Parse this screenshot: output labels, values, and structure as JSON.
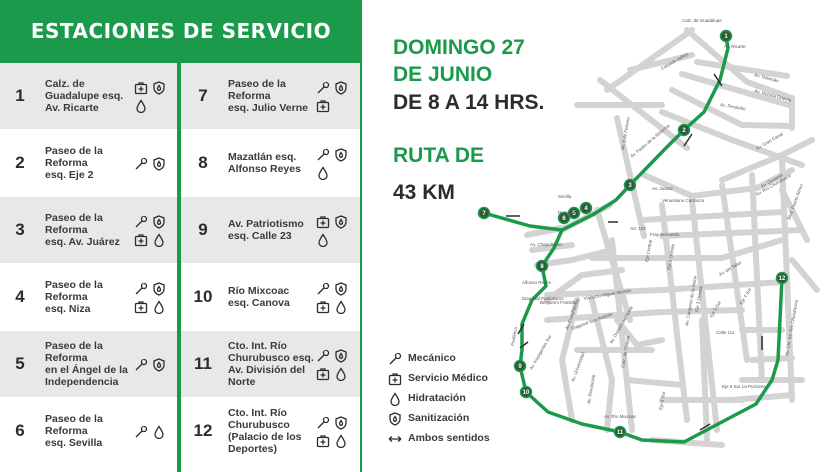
{
  "panel": {
    "title": "ESTACIONES DE SERVICIO",
    "stations": [
      {
        "num": "1",
        "lines": [
          "Calz. de",
          "Guadalupe esq.",
          "Av. Ricarte"
        ],
        "services": [
          "medico",
          "sanitizacion",
          "hidratacion"
        ]
      },
      {
        "num": "2",
        "lines": [
          "Paseo de la",
          "Reforma",
          "esq. Eje 2"
        ],
        "services": [
          "mecanico",
          "sanitizacion"
        ]
      },
      {
        "num": "3",
        "lines": [
          "Paseo de la",
          "Reforma",
          "esq. Av. Juárez"
        ],
        "services": [
          "mecanico",
          "sanitizacion",
          "medico",
          "hidratacion"
        ]
      },
      {
        "num": "4",
        "lines": [
          "Paseo de la",
          "Reforma",
          "esq. Niza"
        ],
        "services": [
          "mecanico",
          "sanitizacion",
          "medico",
          "hidratacion"
        ]
      },
      {
        "num": "5",
        "lines": [
          "Paseo de la",
          "Reforma",
          "en el Ángel de la",
          "Independencia"
        ],
        "services": [
          "mecanico",
          "sanitizacion"
        ]
      },
      {
        "num": "6",
        "lines": [
          "Paseo de la",
          "Reforma",
          "esq. Sevilla"
        ],
        "services": [
          "mecanico",
          "hidratacion"
        ]
      },
      {
        "num": "7",
        "lines": [
          "Paseo de la",
          "Reforma",
          "esq. Julio Verne"
        ],
        "services": [
          "mecanico",
          "sanitizacion",
          "medico"
        ]
      },
      {
        "num": "8",
        "lines": [
          "Mazatlán esq.",
          "Alfonso Reyes"
        ],
        "services": [
          "mecanico",
          "sanitizacion",
          "hidratacion"
        ]
      },
      {
        "num": "9",
        "lines": [
          "Av. Patriotismo",
          "esq. Calle 23"
        ],
        "services": [
          "medico",
          "sanitizacion",
          "hidratacion"
        ]
      },
      {
        "num": "10",
        "lines": [
          "Río Mixcoac",
          "esq. Canova"
        ],
        "services": [
          "mecanico",
          "sanitizacion",
          "medico",
          "hidratacion"
        ]
      },
      {
        "num": "11",
        "lines": [
          "Cto. Int. Río",
          "Churubusco esq.",
          "Av. División del",
          "Norte"
        ],
        "services": [
          "mecanico",
          "sanitizacion",
          "medico",
          "hidratacion"
        ]
      },
      {
        "num": "12",
        "lines": [
          "Cto. Int. Río",
          "Churubusco",
          "(Palacio de los",
          "Deportes)"
        ],
        "services": [
          "mecanico",
          "sanitizacion",
          "medico",
          "hidratacion"
        ]
      }
    ]
  },
  "info": {
    "date_line1": "DOMINGO 27",
    "date_line2": "DE JUNIO",
    "time": "DE 8 A 14 HRS.",
    "route_label": "RUTA DE",
    "route_distance": "43 KM"
  },
  "legend": [
    {
      "icon": "mecanico",
      "label": "Mecánico"
    },
    {
      "icon": "medico",
      "label": "Servicio Médico"
    },
    {
      "icon": "hidratacion",
      "label": "Hidratación"
    },
    {
      "icon": "sanitizacion",
      "label": "Sanitización"
    },
    {
      "icon": "ambos",
      "label": "Ambos sentidos"
    }
  ],
  "map": {
    "stops": [
      "1",
      "2",
      "3",
      "4",
      "5",
      "6",
      "7",
      "8",
      "9",
      "10",
      "11",
      "12"
    ],
    "street_labels": [
      "Calz. de Guadalupe",
      "Av. Ricarte",
      "Av. Talismán",
      "Av. Victoria Oriente",
      "Av. Peralvillo",
      "Calzada Vallejo",
      "Av. Paseo de la Reforma",
      "Av. Juárez",
      "Sevilla",
      "Durango",
      "Art. 123",
      "Venustiano Carranza",
      "Av. Chapultepec",
      "Alfonso Reyes",
      "Diagonal Patriotismo",
      "Benjamín Franklin",
      "Viaducto Miguel Alemán",
      "Fray Servando",
      "Av. del Taller",
      "Eje 3 Sur",
      "Eje 4 Sur",
      "Av. Río Churubusco",
      "Calle 111",
      "Eje 5 Sur La Purísima",
      "Av. Cto. Int. Río Churubusco",
      "Periférico",
      "Av. Insurgentes Sur",
      "Av. División del Norte",
      "Calz. de Tlalpan",
      "Av. Cuauhtémoc",
      "Av. Universidad",
      "Av. Revolución",
      "Av. Río Mixcoac",
      "Eje 8 Sur",
      "Diagonal San Antonio",
      "Av. Gran Canal",
      "Av. Oceanía",
      "Blvd. Puerto Aéreo",
      "Eje 3 Oriente",
      "Av. Congreso de la Unión",
      "Eje 1 Oriente",
      "Eje Central",
      "Av. 5 de Febrero"
    ]
  },
  "colors": {
    "green": "#1b9a4b",
    "band": "#e8e8e8",
    "street": "#d3d3d3",
    "text": "#3a3a3a"
  }
}
